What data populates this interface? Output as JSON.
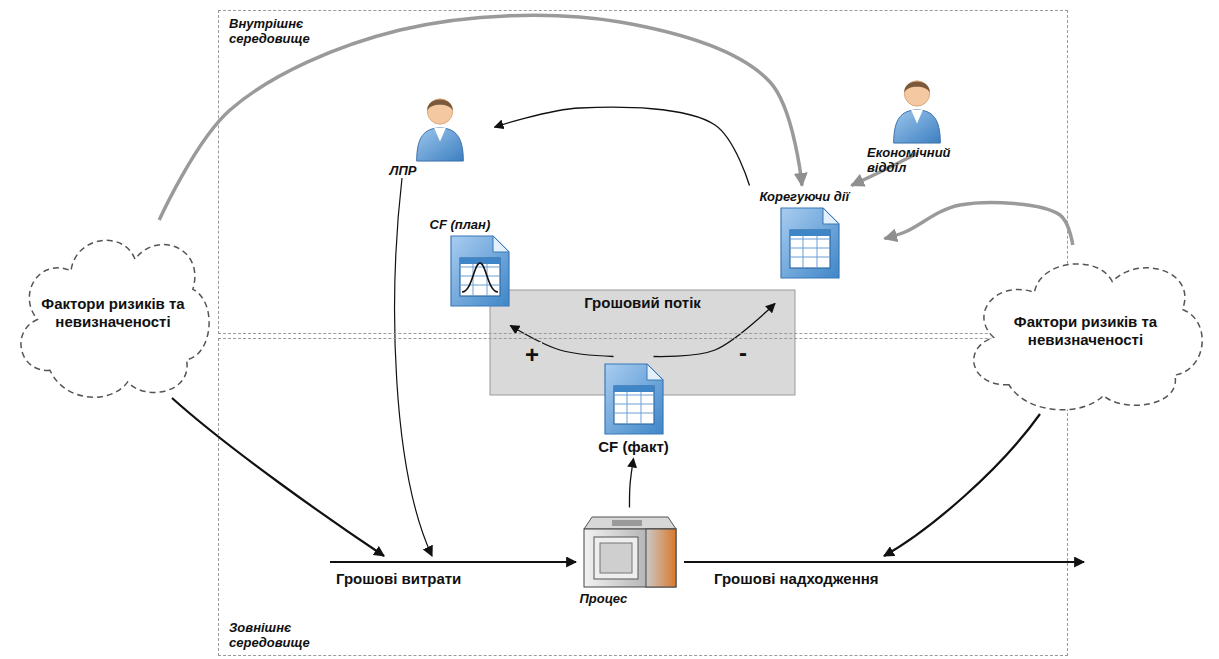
{
  "diagram": {
    "nodes": [
      {
        "text": [
          "Внутрішнє середовище"
        ]
      },
      {
        "text": [
          "Зовнішнє середовище"
        ]
      },
      {
        "text": [
          "ЛПР"
        ],
        "in": 0
      },
      {
        "text": [
          "Економічний відділ"
        ],
        "in": 0
      },
      {
        "text": [
          "CF (план)"
        ],
        "in": 0
      },
      {
        "text": [
          "Корегуючи дії"
        ],
        "in": 0
      },
      {
        "text": [
          "Грошовий потік"
        ]
      },
      {
        "text": [
          "CF (факт)"
        ],
        "in": 6
      },
      {
        "text": [
          "Фактори ризиків та невизначеності"
        ]
      },
      {
        "text": [
          "Фактори ризиків та невизначеності"
        ]
      },
      {
        "text": [
          "Процес"
        ],
        "in": 1
      }
    ],
    "edges": [
      {
        "from": 8,
        "to": 5,
        "arrow": "to"
      },
      {
        "from": 3,
        "to": 5,
        "arrow": "to"
      },
      {
        "from": 9,
        "to": 5,
        "arrow": "to"
      },
      {
        "from": 5,
        "to": 2,
        "arrow": "to"
      },
      {
        "from": 7,
        "to": 4,
        "label": "+",
        "arrow": "to"
      },
      {
        "from": 7,
        "to": 5,
        "label": "-",
        "arrow": "to"
      },
      {
        "from": 10,
        "to": 7,
        "arrow": "to"
      }
    ],
    "labels": [
      "Грошові витрати",
      "Грошові надходження"
    ]
  }
}
